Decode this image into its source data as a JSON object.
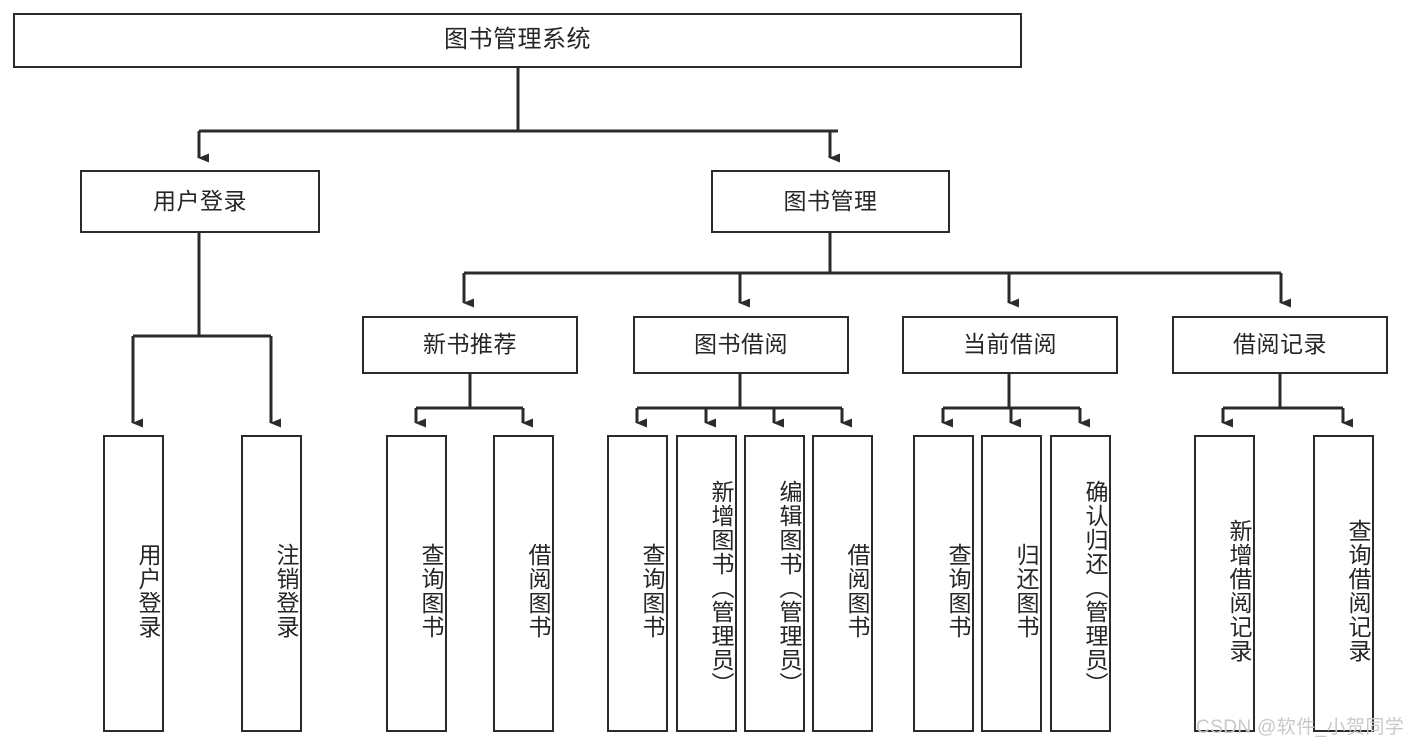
{
  "diagram": {
    "type": "tree-hierarchy",
    "title": "图书管理系统",
    "watermark": "CSDN @软件_小贺同学",
    "colors": {
      "border": "#2b2b2b",
      "text": "#262626",
      "background": "#ffffff",
      "watermark": "#c9c9c9"
    },
    "root": {
      "label": "图书管理系统"
    },
    "level2": [
      {
        "label": "用户登录"
      },
      {
        "label": "图书管理"
      }
    ],
    "level3": [
      {
        "label": "新书推荐"
      },
      {
        "label": "图书借阅"
      },
      {
        "label": "当前借阅"
      },
      {
        "label": "借阅记录"
      }
    ],
    "leaves": {
      "user_login": [
        {
          "label": "用户登录"
        },
        {
          "label": "注销登录"
        }
      ],
      "new_book_recommend": [
        {
          "label": "查询图书"
        },
        {
          "label": "借阅图书"
        }
      ],
      "book_borrow": [
        {
          "label": "查询图书"
        },
        {
          "label": "新增图书（管理员）"
        },
        {
          "label": "编辑图书（管理员）"
        },
        {
          "label": "借阅图书"
        }
      ],
      "current_borrow": [
        {
          "label": "查询图书"
        },
        {
          "label": "归还图书"
        },
        {
          "label": "确认归还（管理员）"
        }
      ],
      "borrow_record": [
        {
          "label": "新增借阅记录"
        },
        {
          "label": "查询借阅记录"
        }
      ]
    }
  }
}
